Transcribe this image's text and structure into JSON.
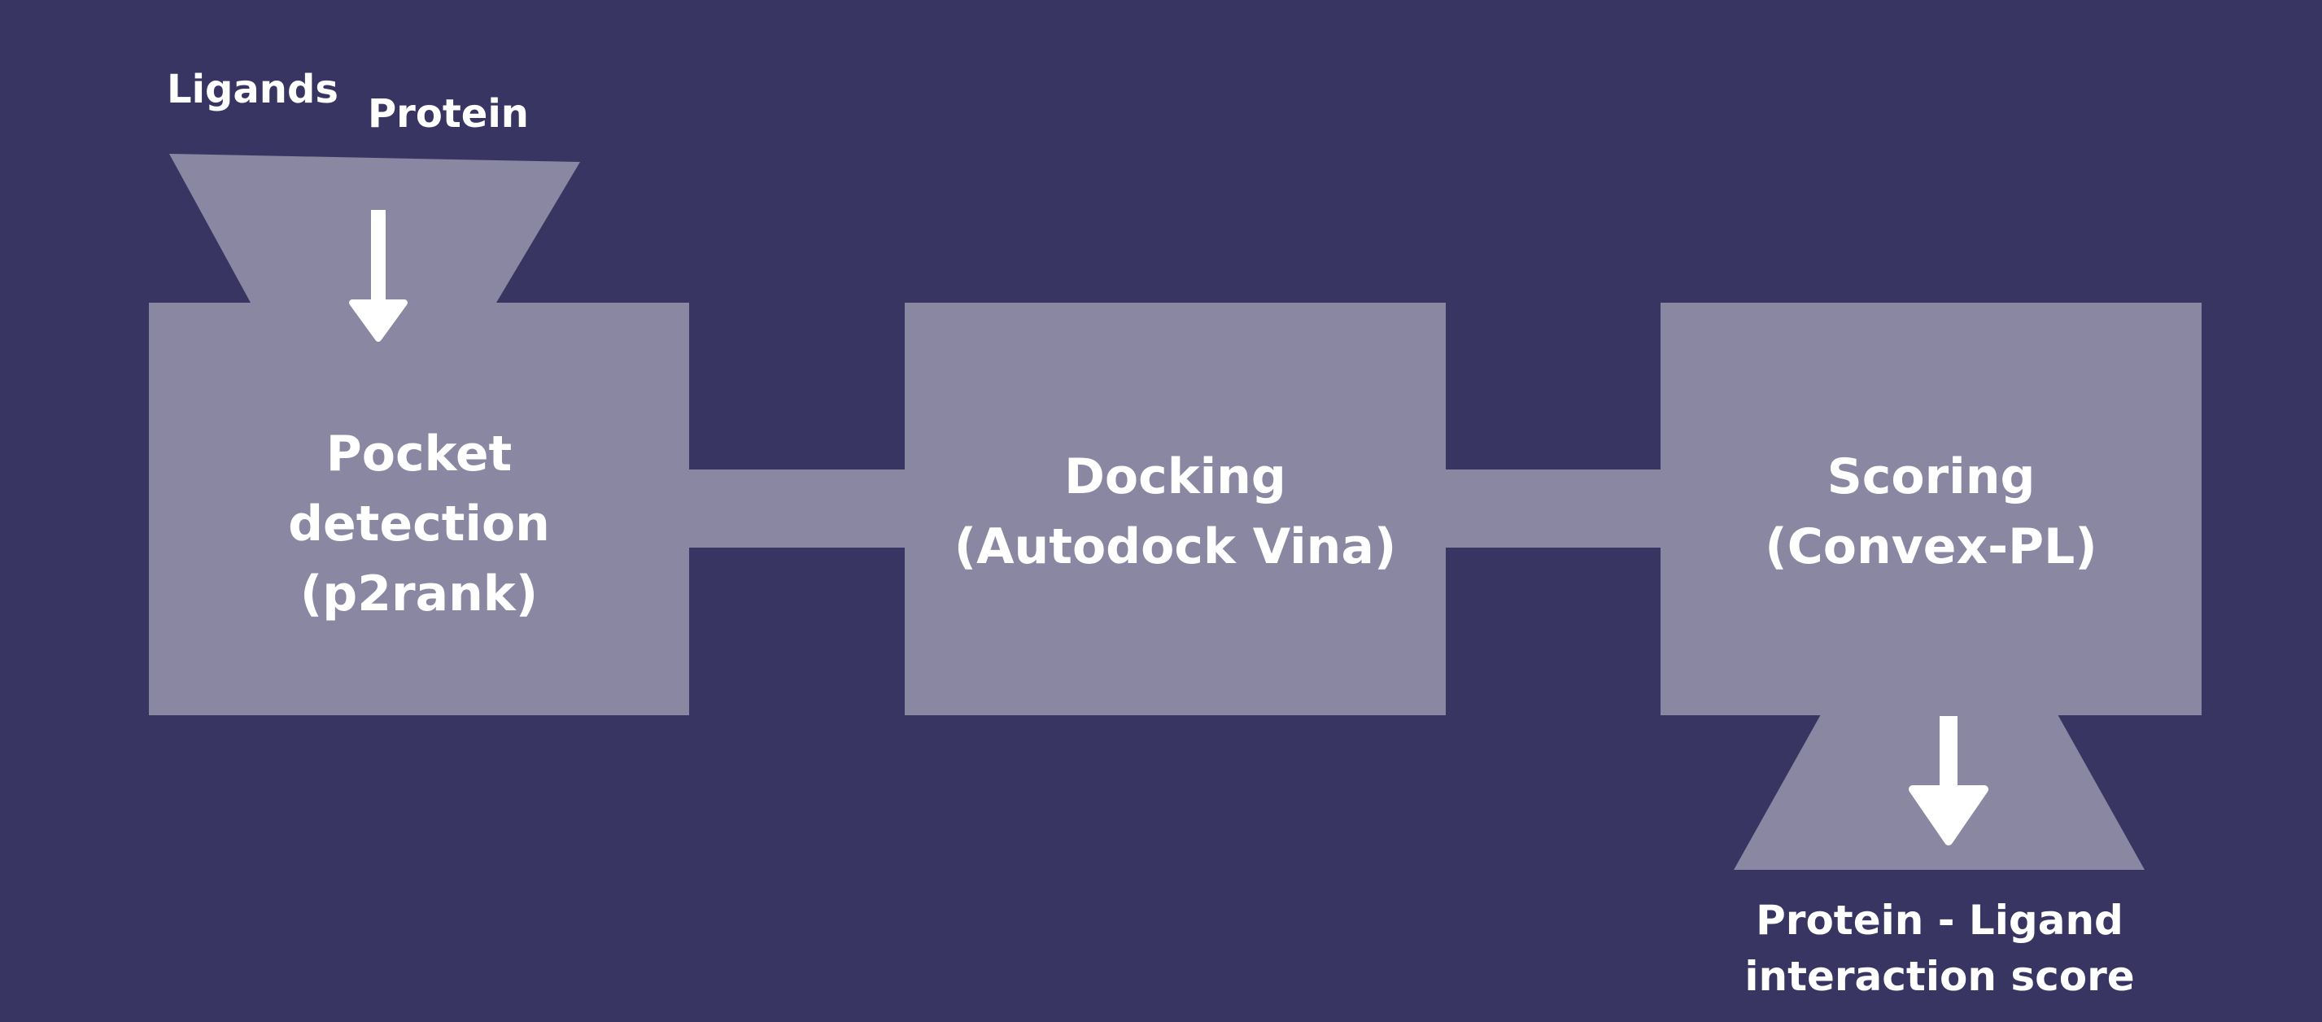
{
  "colors": {
    "background": "#393563",
    "shape_fill": "#8a87a2",
    "text": "#ffffff"
  },
  "inputs": {
    "ligands": "Ligands",
    "protein": "Protein"
  },
  "stages": [
    {
      "line1": "Pocket",
      "line2": "detection",
      "line3": "(p2rank)"
    },
    {
      "line1": "Docking",
      "line2": "(Autodock Vina)"
    },
    {
      "line1": "Scoring",
      "line2": "(Convex-PL)"
    }
  ],
  "output": {
    "line1": "Protein - Ligand",
    "line2": "interaction score"
  },
  "icons": {
    "input_arrow": "arrow-down-icon",
    "output_arrow": "arrow-down-icon"
  }
}
